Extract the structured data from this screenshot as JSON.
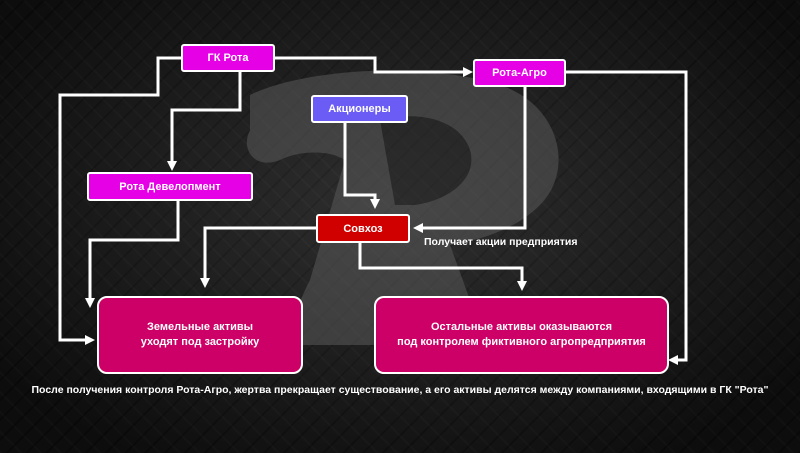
{
  "nodes": {
    "gk_rota": "ГК Рота",
    "rota_agro": "Рота-Агро",
    "aktsionery": "Акционеры",
    "rota_development": "Рота Девелопмент",
    "sovkhoz": "Совхоз",
    "land_assets": [
      "Земельные активы",
      "уходят под застройку"
    ],
    "other_assets": [
      "Остальные активы оказываются",
      "под контролем фиктивного агропредприятия"
    ]
  },
  "edge_label": "Получает акции предприятия",
  "caption": "После получения контроля Рота-Агро, жертва прекращает существование, а его активы делятся между компаниями, входящими в ГК \"Рота\"",
  "colors": {
    "node_pink": "#e600e6",
    "node_blue": "#6a5cf5",
    "node_red": "#d00000",
    "result_box": "#cc0066",
    "arrow": "#ffffff",
    "background": "#1c1c1c"
  },
  "background_logo": "Р"
}
